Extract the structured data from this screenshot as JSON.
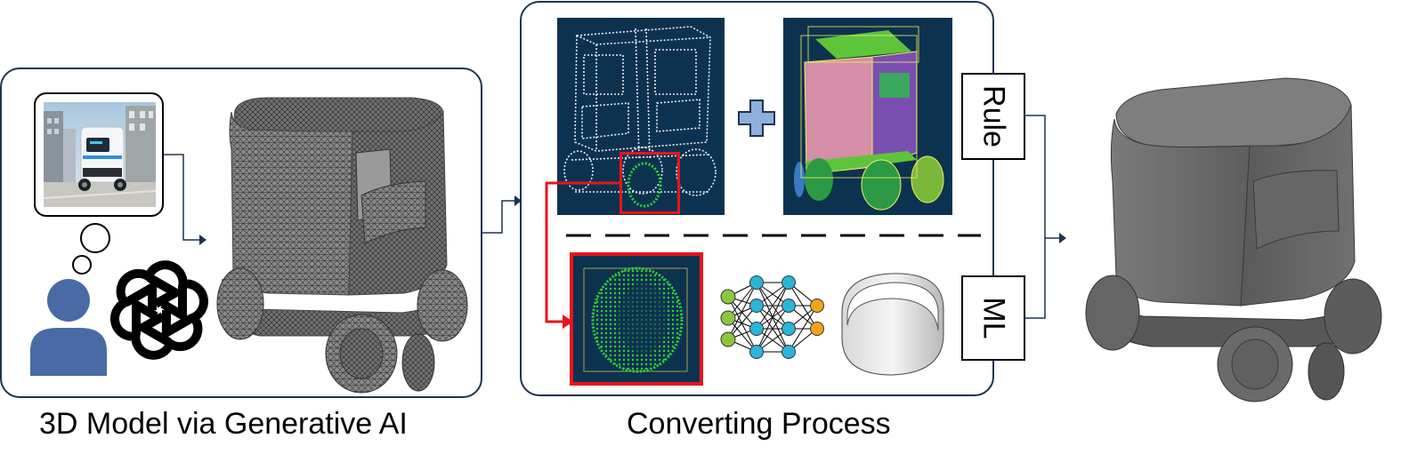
{
  "captions": {
    "left": "3D Model via Generative AI",
    "middle": "Converting Process"
  },
  "labels": {
    "rule": "Rule",
    "ml": "ML"
  },
  "icons": [
    "person-icon",
    "openai-logo-icon",
    "thought-bubble-icon",
    "neural-network-icon",
    "plus-icon",
    "arrow-icon"
  ],
  "colors": {
    "panel_border": "#1f3350",
    "highlight_red": "#e8141c",
    "point_green": "#2fd62f",
    "person_blue": "#4a6aa5",
    "plus_blue": "#8fb0de",
    "nn_green": "#8cc63f",
    "nn_cyan": "#29b6d8",
    "nn_orange": "#f2a31b",
    "dark_bg": "#0d3250",
    "cad_gray": "#6b6b6b"
  }
}
